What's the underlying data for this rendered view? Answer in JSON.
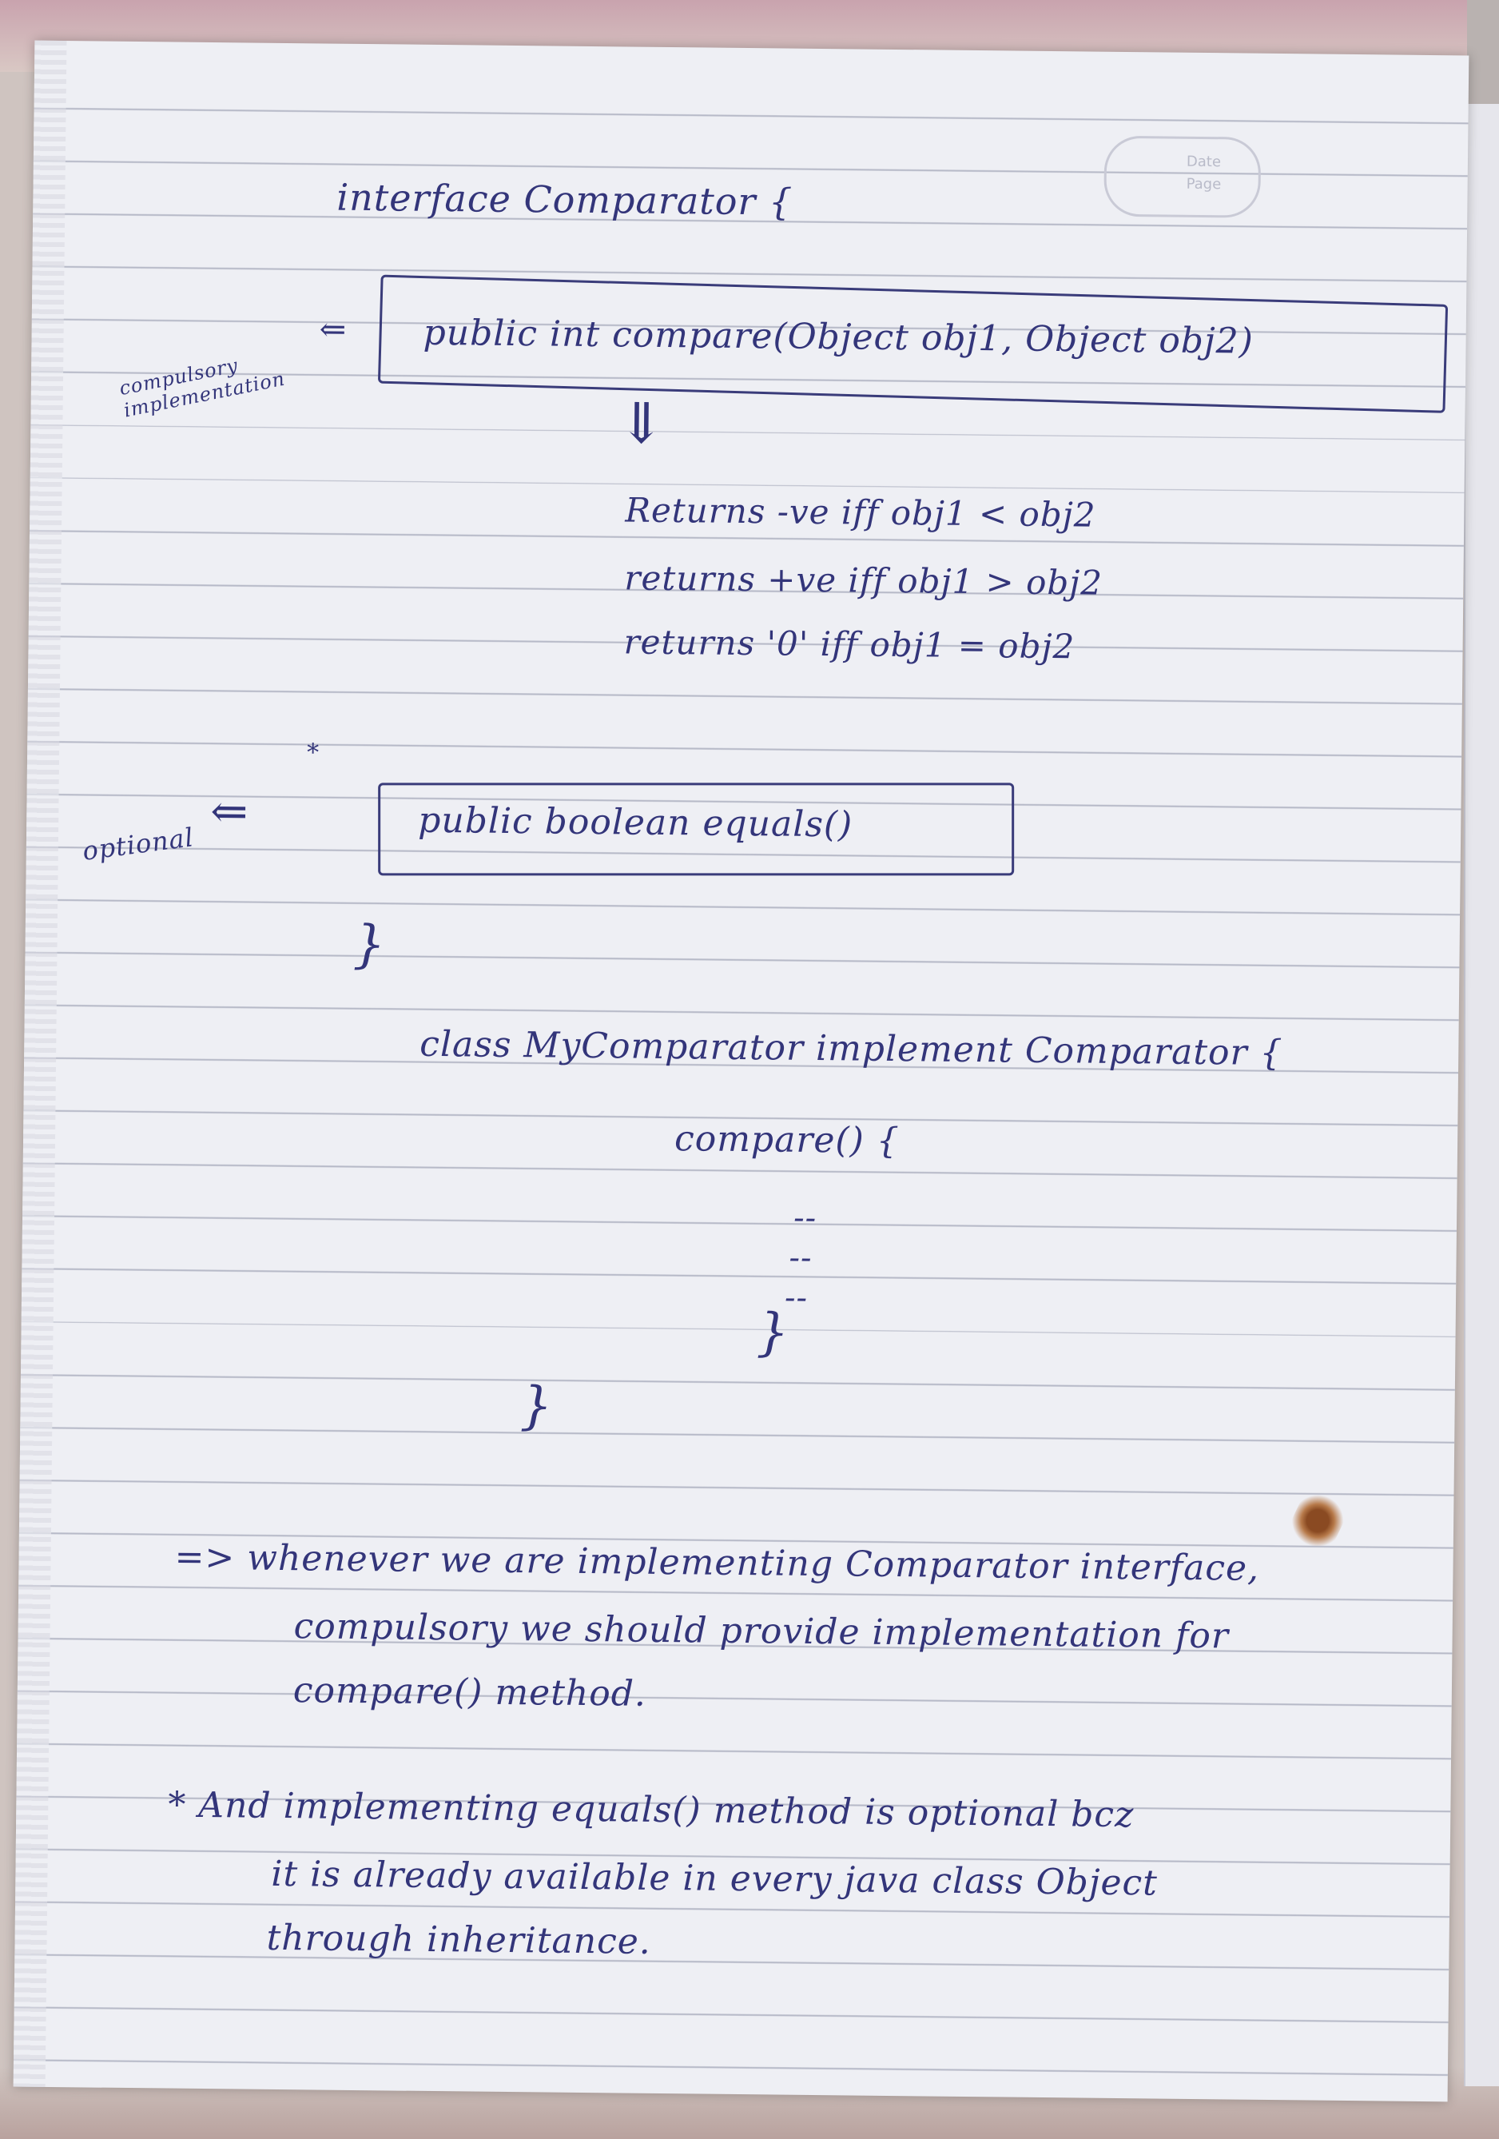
{
  "code": {
    "interface_header": "interface Comparator {",
    "compulsory_note": "compulsory implementation",
    "compare_method": "public int compare(Object obj1, Object obj2)",
    "returns": [
      "Returns -ve iff obj1 < obj2",
      "returns +ve iff obj1 > obj2",
      "returns '0' iff obj1 = obj2"
    ],
    "optional_note": "optional",
    "equals_method": "public boolean equals()",
    "interface_close": "}",
    "class_header": "class MyComparator implement Comparator {",
    "compare_impl": "compare() {",
    "impl_body": [
      "--",
      "--",
      "--"
    ],
    "method_close": "}",
    "class_close": "}"
  },
  "notes": {
    "note1_line1": "=> whenever we are implementing Comparator interface,",
    "note1_line2": "compulsory we should provide implementation for",
    "note1_line3": "compare() method.",
    "note2_line1": "* And implementing equals() method is optional bcz",
    "note2_line2": "it is already available in every java class Object",
    "note2_line3": "through inheritance."
  },
  "colors": {
    "ink": "#33357a",
    "paper": "#eeeff4",
    "rule": "#b7bac8"
  }
}
